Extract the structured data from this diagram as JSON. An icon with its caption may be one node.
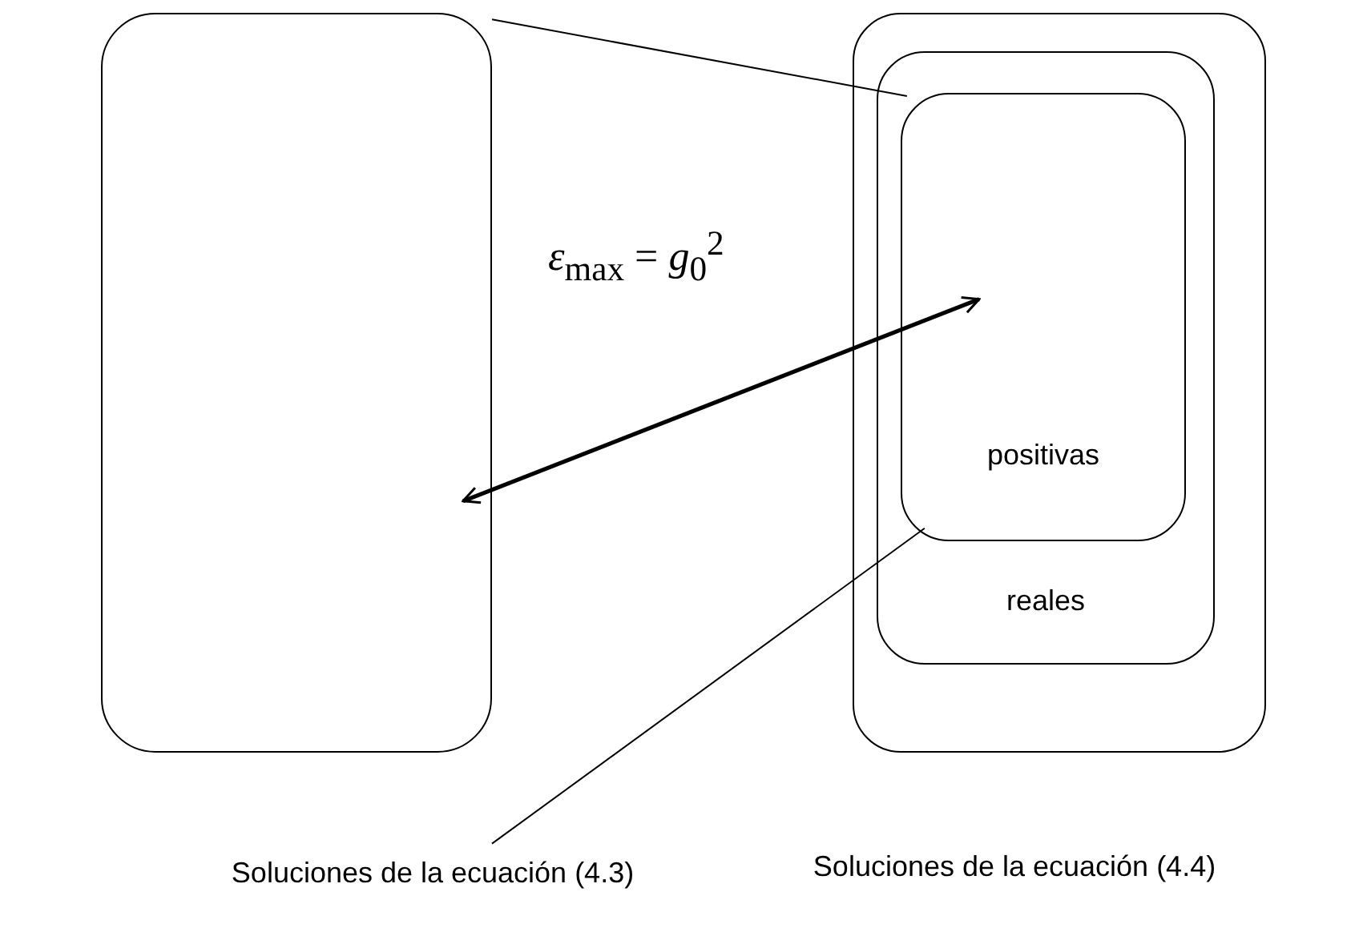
{
  "diagram": {
    "nodes": [
      {
        "text": [],
        "shape": "box",
        "beside": [
          "Soluciones de la ecuación (4.3)"
        ]
      },
      {
        "text": [],
        "shape": "box",
        "beside": [
          "Soluciones de la ecuación (4.4)"
        ]
      },
      {
        "text": [
          "reales"
        ],
        "in": 1
      },
      {
        "text": [
          "positivas"
        ],
        "in": 2
      }
    ],
    "edges": [
      {
        "from": 0,
        "to": 3,
        "arrow": "none"
      },
      {
        "from": 0,
        "to": 3,
        "arrow": "none"
      },
      {
        "from": 0,
        "to": 3,
        "arrow": "both",
        "label": "*ε*$_{max}$ = *g*$_{0}$$^{2}$",
        "style": "thick"
      }
    ]
  }
}
